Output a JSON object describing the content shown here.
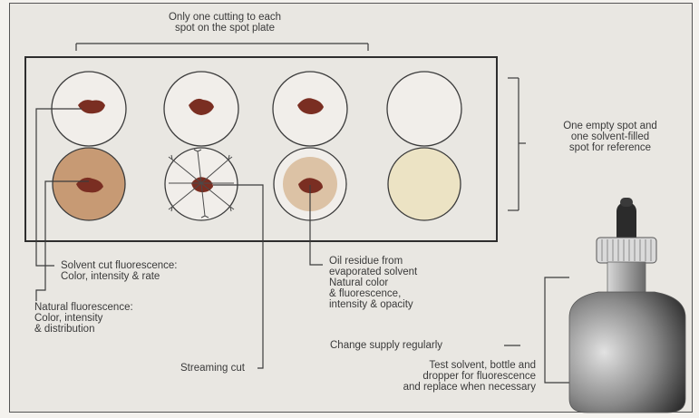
{
  "labels": {
    "top": [
      "Only one cutting to each",
      "spot on the spot plate"
    ],
    "right_note": [
      "One empty spot and",
      "one solvent-filled",
      "spot for reference"
    ],
    "solvent_cut": [
      "Solvent cut fluorescence:",
      "Color, intensity & rate"
    ],
    "natural": [
      "Natural fluorescence:",
      "Color, intensity",
      "& distribution"
    ],
    "streaming": "Streaming cut",
    "oil_residue": [
      "Oil residue from",
      "evaporated solvent",
      "Natural color",
      "& fluorescence,",
      "intensity & opacity"
    ],
    "supply": "Change supply regularly",
    "test": [
      "Test solvent, bottle and",
      "dropper for fluorescence",
      "and replace when necessary"
    ]
  },
  "colors": {
    "line": "#3c3c3c",
    "cutting": "#7a2e22",
    "solvent_fill": "#c79a74",
    "residue_fill": "#dcc2a5",
    "reference_fill": "#ece3c4",
    "bottle_dark": "#4a4a4a"
  }
}
